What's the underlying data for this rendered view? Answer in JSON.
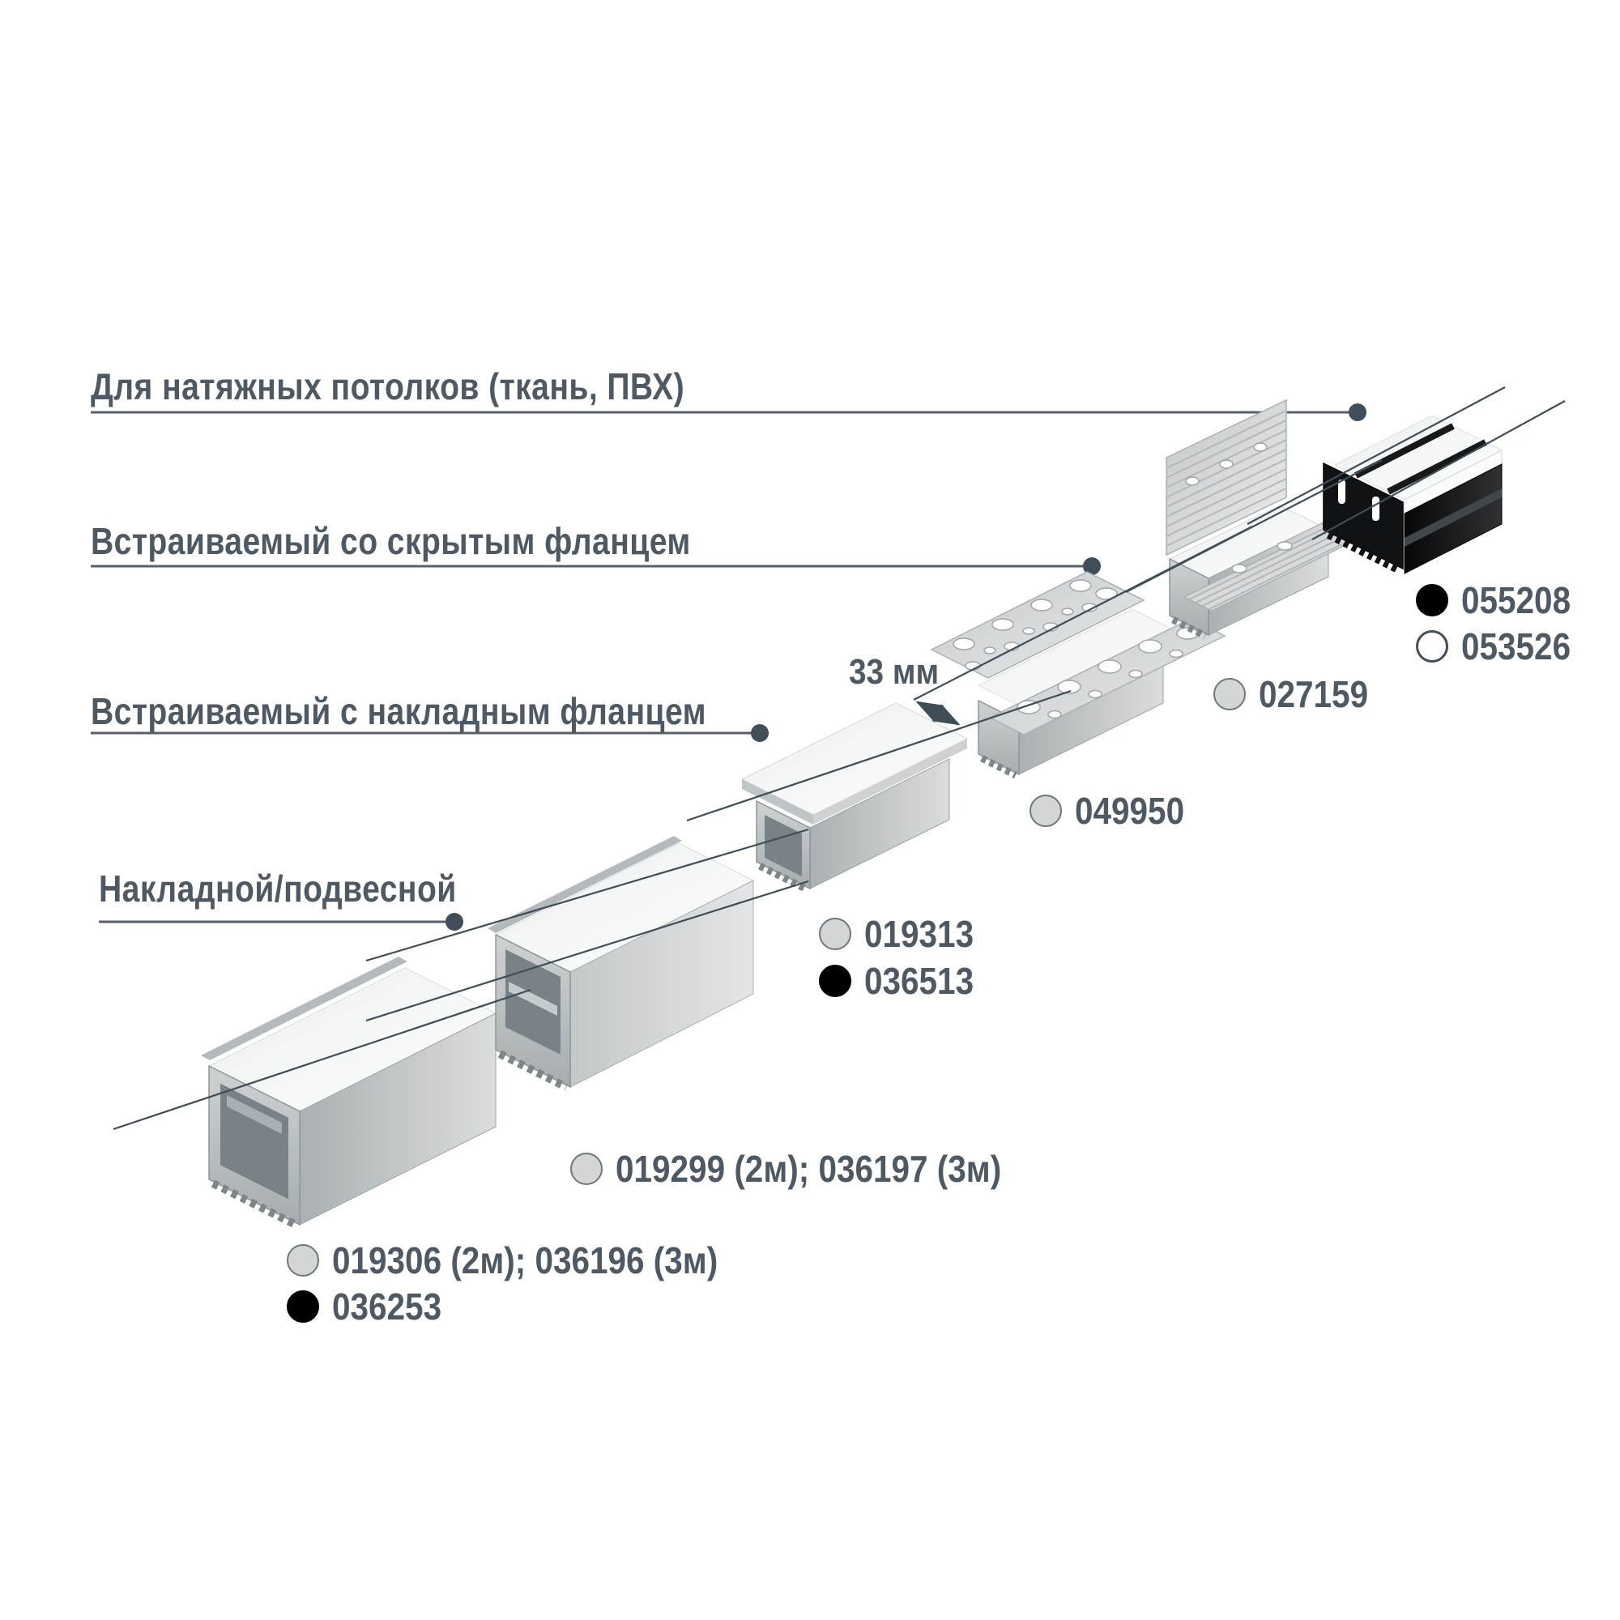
{
  "page": {
    "background": "#ffffff",
    "type": "led-profile-catalog-diagram"
  },
  "colors": {
    "text": "#4d5a63",
    "guide_line": "#3e4d56",
    "underline": "#55626b",
    "dot_gray_fill": "#d4d6d6",
    "dot_gray_stroke": "#6b7880",
    "dot_white_stroke": "#434f58",
    "dot_black": "#000000",
    "profile_gray": "#c0c6c8",
    "profile_black": "#0b0d0e",
    "diffuser_white": "#f5f7f7"
  },
  "categories": [
    {
      "label": "Для натяжных потолков (ткань, ПВХ)"
    },
    {
      "label": "Встраиваемый со скрытым фланцем"
    },
    {
      "label": "Встраиваемый с накладным фланцем"
    },
    {
      "label": "Накладной/подвесной"
    }
  ],
  "dimension": {
    "label": "33 мм"
  },
  "legend": {
    "items": [
      {
        "code": "055208",
        "dot": "black",
        "dot_class": "dot black"
      },
      {
        "code": "053526",
        "dot": "white",
        "dot_class": "dot white"
      },
      {
        "code": "027159",
        "dot": "gray",
        "dot_class": "dot gray"
      },
      {
        "code": "049950",
        "dot": "gray",
        "dot_class": "dot gray"
      },
      {
        "code": "019313",
        "dot": "gray",
        "dot_class": "dot gray"
      },
      {
        "code": "036513",
        "dot": "black",
        "dot_class": "dot black"
      },
      {
        "code": "019299 (2м); 036197 (3м)",
        "dot": "gray",
        "dot_class": "dot gray"
      },
      {
        "code": "019306 (2м); 036196 (3м)",
        "dot": "gray",
        "dot_class": "dot gray"
      },
      {
        "code": "036253",
        "dot": "black",
        "dot_class": "dot black"
      }
    ]
  }
}
